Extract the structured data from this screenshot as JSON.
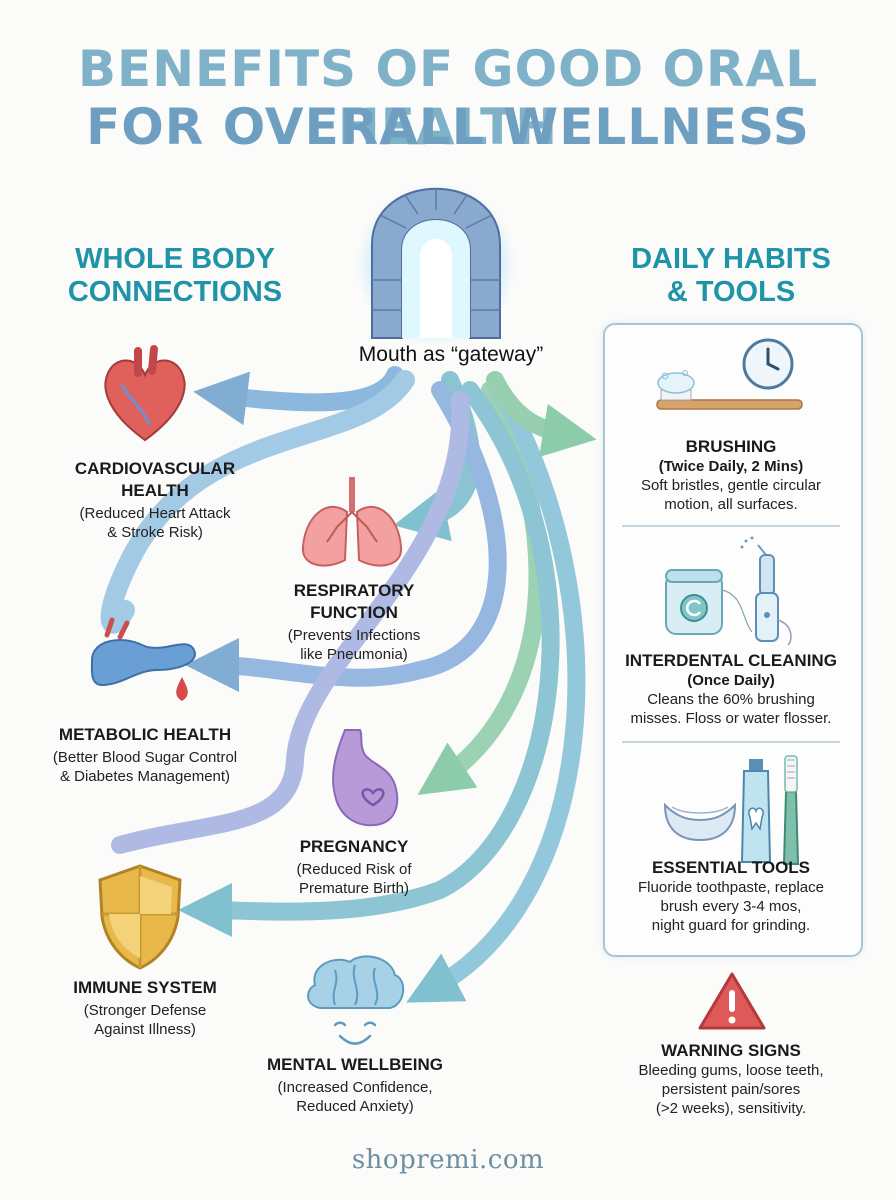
{
  "title": {
    "line1": "BENEFITS OF GOOD ORAL HEALTH",
    "line2": "FOR OVERALL WELLNESS"
  },
  "left_header": {
    "line1": "WHOLE BODY",
    "line2": "CONNECTIONS"
  },
  "right_header": {
    "line1": "DAILY HABITS",
    "line2": "& TOOLS"
  },
  "gateway_label": "Mouth as “gateway”",
  "connections": [
    {
      "id": "cardio",
      "icon": "heart-icon",
      "title_lines": [
        "CARDIOVASCULAR",
        "HEALTH"
      ],
      "desc_lines": [
        "(Reduced Heart Attack",
        "& Stroke Risk)"
      ]
    },
    {
      "id": "respiratory",
      "icon": "lungs-icon",
      "title_lines": [
        "RESPIRATORY",
        "FUNCTION"
      ],
      "desc_lines": [
        "(Prevents Infections",
        "like Pneumonia)"
      ]
    },
    {
      "id": "metabolic",
      "icon": "pancreas-icon",
      "title_lines": [
        "METABOLIC HEALTH"
      ],
      "desc_lines": [
        "(Better Blood Sugar Control",
        "& Diabetes Management)"
      ]
    },
    {
      "id": "pregnancy",
      "icon": "pregnancy-icon",
      "title_lines": [
        "PREGNANCY"
      ],
      "desc_lines": [
        "(Reduced Risk of",
        "Premature Birth)"
      ]
    },
    {
      "id": "immune",
      "icon": "shield-icon",
      "title_lines": [
        "IMMUNE SYSTEM"
      ],
      "desc_lines": [
        "(Stronger Defense",
        "Against Illness)"
      ]
    },
    {
      "id": "mental",
      "icon": "brain-icon",
      "title_lines": [
        "MENTAL WELLBEING"
      ],
      "desc_lines": [
        "(Increased Confidence,",
        "Reduced Anxiety)"
      ]
    }
  ],
  "habits": [
    {
      "id": "brushing",
      "icons": [
        "toothbrush-icon",
        "clock-icon"
      ],
      "title": "BRUSHING",
      "subtitle": "(Twice Daily, 2 Mins)",
      "desc_lines": [
        "Soft bristles, gentle circular",
        "motion, all surfaces."
      ]
    },
    {
      "id": "interdental",
      "icons": [
        "floss-icon",
        "water-flosser-icon"
      ],
      "title": "INTERDENTAL CLEANING",
      "subtitle": "(Once Daily)",
      "desc_lines": [
        "Cleans the 60% brushing",
        "misses. Floss or water flosser."
      ]
    },
    {
      "id": "tools",
      "icons": [
        "night-guard-icon",
        "toothpaste-icon",
        "toothbrush-icon"
      ],
      "title": "ESSENTIAL TOOLS",
      "subtitle": "",
      "desc_lines": [
        "Fluoride toothpaste, replace",
        "brush every 3-4 mos,",
        "night guard for grinding."
      ]
    }
  ],
  "warning": {
    "icon": "warning-icon",
    "title": "WARNING SIGNS",
    "desc_lines": [
      "Bleeding gums, loose teeth,",
      "persistent pain/sores",
      "(>2 weeks), sensitivity."
    ]
  },
  "footer": "shopremi.com",
  "colors": {
    "title": "#7fb1c9",
    "section_header": "#1f93a8",
    "flow_blue": "#79aed3",
    "flow_green": "#8fcca6",
    "panel_border": "#a7c6d1",
    "warning_red": "#e0595a"
  }
}
